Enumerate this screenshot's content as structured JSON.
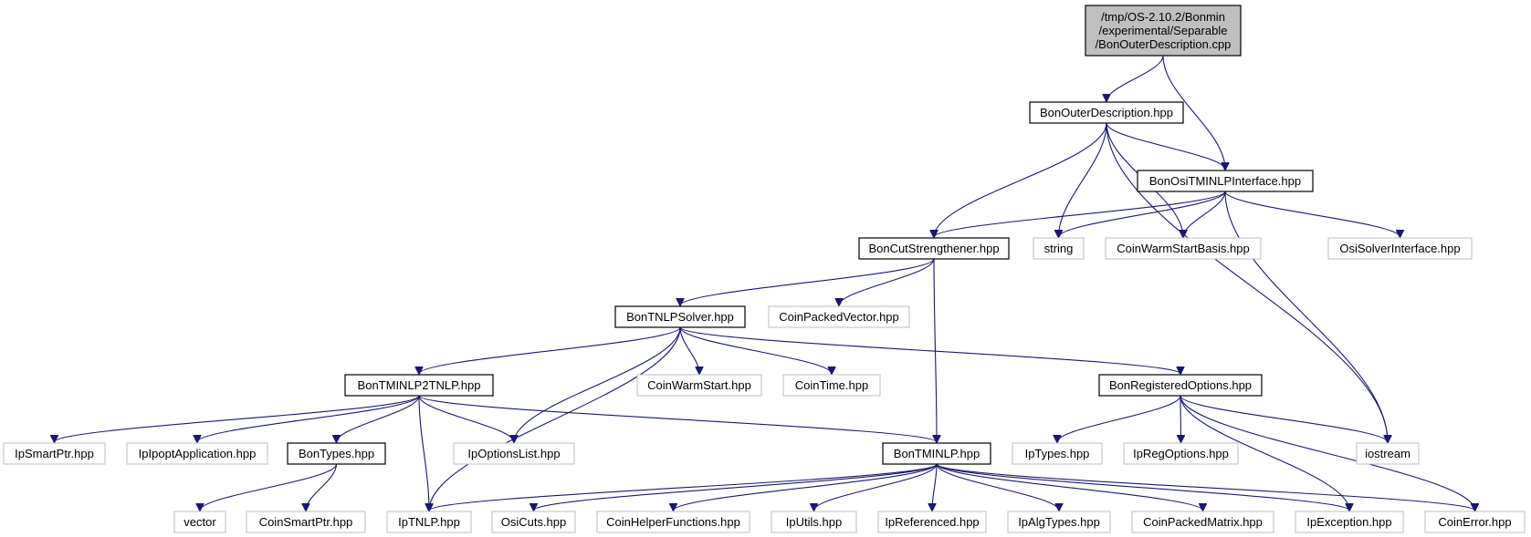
{
  "graph": {
    "title": "",
    "nodes": [
      {
        "id": "root",
        "label": "/tmp/OS-2.10.2/Bonmin\n/experimental/Separable\n/BonOuterDescription.cpp",
        "kind": "root"
      },
      {
        "id": "outerdesc",
        "label": "BonOuterDescription.hpp",
        "kind": "documented"
      },
      {
        "id": "osiitf",
        "label": "BonOsiTMINLPInterface.hpp",
        "kind": "documented"
      },
      {
        "id": "cutstr",
        "label": "BonCutStrengthener.hpp",
        "kind": "documented"
      },
      {
        "id": "string",
        "label": "string",
        "kind": "external"
      },
      {
        "id": "cwsbasis",
        "label": "CoinWarmStartBasis.hpp",
        "kind": "external"
      },
      {
        "id": "osisolver",
        "label": "OsiSolverInterface.hpp",
        "kind": "external"
      },
      {
        "id": "tnlpsolver",
        "label": "BonTNLPSolver.hpp",
        "kind": "documented"
      },
      {
        "id": "cpvector",
        "label": "CoinPackedVector.hpp",
        "kind": "external"
      },
      {
        "id": "tminlp2tnlp",
        "label": "BonTMINLP2TNLP.hpp",
        "kind": "documented"
      },
      {
        "id": "cws",
        "label": "CoinWarmStart.hpp",
        "kind": "external"
      },
      {
        "id": "cointime",
        "label": "CoinTime.hpp",
        "kind": "external"
      },
      {
        "id": "regopts",
        "label": "BonRegisteredOptions.hpp",
        "kind": "documented"
      },
      {
        "id": "ipsmartptr",
        "label": "IpSmartPtr.hpp",
        "kind": "external"
      },
      {
        "id": "ipoptapp",
        "label": "IpIpoptApplication.hpp",
        "kind": "external"
      },
      {
        "id": "bontypes",
        "label": "BonTypes.hpp",
        "kind": "documented"
      },
      {
        "id": "ipoptlist",
        "label": "IpOptionsList.hpp",
        "kind": "external"
      },
      {
        "id": "tminlp",
        "label": "BonTMINLP.hpp",
        "kind": "documented"
      },
      {
        "id": "iptypes",
        "label": "IpTypes.hpp",
        "kind": "external"
      },
      {
        "id": "ipregopts",
        "label": "IpRegOptions.hpp",
        "kind": "external"
      },
      {
        "id": "iostream",
        "label": "iostream",
        "kind": "external"
      },
      {
        "id": "vector",
        "label": "vector",
        "kind": "external"
      },
      {
        "id": "coinsmartptr",
        "label": "CoinSmartPtr.hpp",
        "kind": "external"
      },
      {
        "id": "iptnlp",
        "label": "IpTNLP.hpp",
        "kind": "external"
      },
      {
        "id": "osicuts",
        "label": "OsiCuts.hpp",
        "kind": "external"
      },
      {
        "id": "coinhelper",
        "label": "CoinHelperFunctions.hpp",
        "kind": "external"
      },
      {
        "id": "iputils",
        "label": "IpUtils.hpp",
        "kind": "external"
      },
      {
        "id": "ipref",
        "label": "IpReferenced.hpp",
        "kind": "external"
      },
      {
        "id": "ipalgtypes",
        "label": "IpAlgTypes.hpp",
        "kind": "external"
      },
      {
        "id": "cpmatrix",
        "label": "CoinPackedMatrix.hpp",
        "kind": "external"
      },
      {
        "id": "ipexception",
        "label": "IpException.hpp",
        "kind": "external"
      },
      {
        "id": "coinerror",
        "label": "CoinError.hpp",
        "kind": "external"
      }
    ],
    "edges": [
      [
        "root",
        "outerdesc"
      ],
      [
        "root",
        "osiitf"
      ],
      [
        "outerdesc",
        "osiitf"
      ],
      [
        "outerdesc",
        "cutstr"
      ],
      [
        "outerdesc",
        "string"
      ],
      [
        "outerdesc",
        "cwsbasis"
      ],
      [
        "outerdesc",
        "iostream"
      ],
      [
        "osiitf",
        "cutstr"
      ],
      [
        "osiitf",
        "string"
      ],
      [
        "osiitf",
        "cwsbasis"
      ],
      [
        "osiitf",
        "osisolver"
      ],
      [
        "osiitf",
        "iostream"
      ],
      [
        "cutstr",
        "tnlpsolver"
      ],
      [
        "cutstr",
        "cpvector"
      ],
      [
        "cutstr",
        "tminlp"
      ],
      [
        "tnlpsolver",
        "tminlp2tnlp"
      ],
      [
        "tnlpsolver",
        "ipoptlist"
      ],
      [
        "tnlpsolver",
        "iptnlp"
      ],
      [
        "tnlpsolver",
        "cws"
      ],
      [
        "tnlpsolver",
        "cointime"
      ],
      [
        "tnlpsolver",
        "regopts"
      ],
      [
        "tminlp2tnlp",
        "ipsmartptr"
      ],
      [
        "tminlp2tnlp",
        "ipoptapp"
      ],
      [
        "tminlp2tnlp",
        "bontypes"
      ],
      [
        "tminlp2tnlp",
        "iptnlp"
      ],
      [
        "tminlp2tnlp",
        "ipoptlist"
      ],
      [
        "tminlp2tnlp",
        "tminlp"
      ],
      [
        "regopts",
        "iptypes"
      ],
      [
        "regopts",
        "ipregopts"
      ],
      [
        "regopts",
        "iostream"
      ],
      [
        "regopts",
        "ipexception"
      ],
      [
        "regopts",
        "coinerror"
      ],
      [
        "bontypes",
        "vector"
      ],
      [
        "bontypes",
        "coinsmartptr"
      ],
      [
        "tminlp",
        "iptnlp"
      ],
      [
        "tminlp",
        "osicuts"
      ],
      [
        "tminlp",
        "coinhelper"
      ],
      [
        "tminlp",
        "iputils"
      ],
      [
        "tminlp",
        "ipref"
      ],
      [
        "tminlp",
        "ipalgtypes"
      ],
      [
        "tminlp",
        "cpmatrix"
      ],
      [
        "tminlp",
        "ipexception"
      ],
      [
        "tminlp",
        "coinerror"
      ]
    ]
  }
}
